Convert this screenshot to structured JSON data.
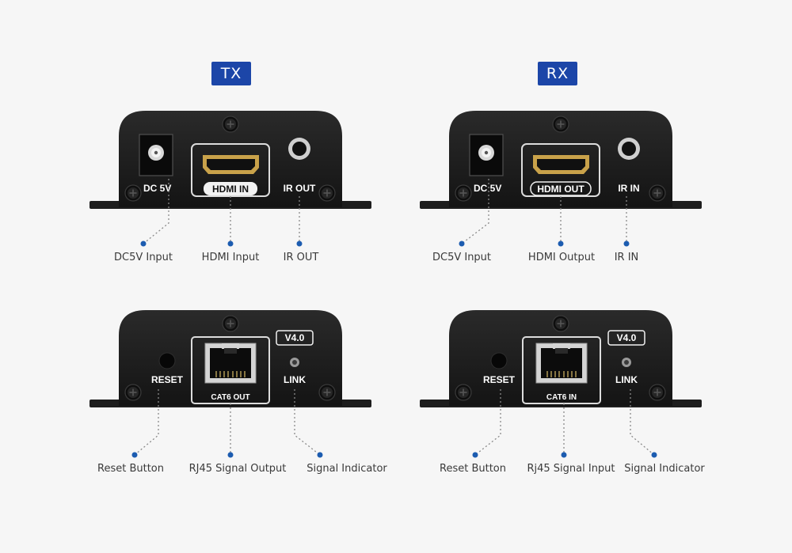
{
  "badges": {
    "tx": "TX",
    "rx": "RX"
  },
  "tx_front": {
    "port_labels": {
      "dc": "DC 5V",
      "hdmi": "HDMI IN",
      "ir": "IR OUT"
    },
    "callouts": {
      "dc": "DC5V Input",
      "hdmi": "HDMI Input",
      "ir": "IR OUT"
    }
  },
  "rx_front": {
    "port_labels": {
      "dc": "DC 5V",
      "hdmi": "HDMI OUT",
      "ir": "IR IN"
    },
    "callouts": {
      "dc": "DC5V Input",
      "hdmi": "HDMI Output",
      "ir": "IR IN"
    }
  },
  "tx_back": {
    "port_labels": {
      "reset": "RESET",
      "cat": "CAT6 OUT",
      "link": "LINK",
      "version": "V4.0"
    },
    "callouts": {
      "reset": "Reset Button",
      "cat": "RJ45 Signal Output",
      "link": "Signal Indicator"
    }
  },
  "rx_back": {
    "port_labels": {
      "reset": "RESET",
      "cat": "CAT6 IN",
      "link": "LINK",
      "version": "V4.0"
    },
    "callouts": {
      "reset": "Reset Button",
      "cat": "Rj45 Signal Input",
      "link": "Signal Indicator"
    }
  },
  "colors": {
    "badge": "#1c46a8",
    "dot": "#1c5cb0",
    "panel": "#1c1c1c",
    "background": "#f6f6f6"
  }
}
